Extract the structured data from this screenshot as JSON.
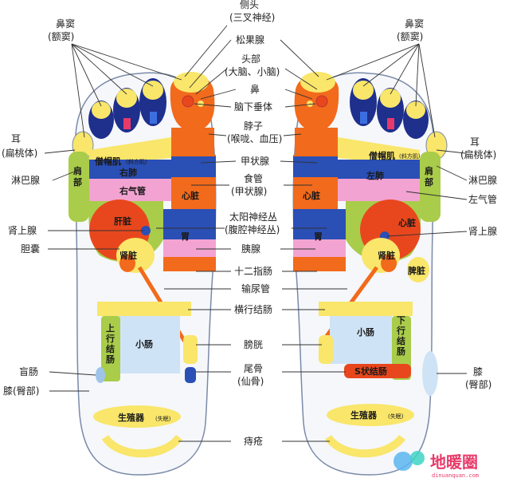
{
  "labels": {
    "top_center_1": "侧头",
    "top_center_2": "(三叉神经)",
    "songguoxian": "松果腺",
    "toubu_1": "头部",
    "toubu_2": "(大脑、小脑)",
    "bi": "鼻",
    "naoxiachuiti": "脑下垂体",
    "bozi_1": "脖子",
    "bozi_2": "(喉咙、血压)",
    "jiazhuangxian": "甲状腺",
    "shiguan_1": "食管",
    "shiguan_2": "(甲状腺)",
    "taiyang_1": "太阳神经丛",
    "taiyang_2": "(腹腔神经丛)",
    "yixian": "胰腺",
    "shierzhichang": "十二指肠",
    "shuniaoguan": "输尿管",
    "hengxingjiechang": "横行结肠",
    "pangguang": "膀胱",
    "weigu_1": "尾骨",
    "weigu_2": "(仙骨)",
    "zhichuang": "痔疮",
    "bidou_1": "鼻窦",
    "bidou_2": "(额窦)",
    "er_1": "耳",
    "er_2": "(扁桃体)",
    "linbaxian": "淋巴腺",
    "shenshangxian": "肾上腺",
    "dannang": "胆囊",
    "mangchang": "盲肠",
    "xi_1": "膝",
    "xi_2": "(臀部)",
    "zuoqiguan": "左气管",
    "xi_r": "膝(臀部)"
  },
  "zones": {
    "sengmaoji": "僧帽肌",
    "sengmaoji_sub": "(斜方肌)",
    "youfei": "右肺",
    "zuofei": "左肺",
    "youqiguan": "右气管",
    "xinzang": "心脏",
    "ganzang": "肝脏",
    "shenzang": "肾脏",
    "wei": "胃",
    "pizang": "脾脏",
    "jianbu": "肩部",
    "xiaochang": "小肠",
    "shangxingjiechang": "上行结肠",
    "xiaxingjiechang": "下行结肠",
    "szhuangjiechang": "S状结肠",
    "shengzhiqi": "生殖器",
    "shengzhiqi_sub": "(失眠)"
  },
  "watermark": {
    "brand": "地暖圈",
    "site": "dinuanquan.com"
  },
  "colors": {
    "orange": "#f26a1b",
    "yellow": "#f9e66a",
    "blue": "#2a4fb5",
    "navy": "#1e2f8c",
    "green": "#a9cc4a",
    "pink": "#f3a3d2",
    "lightblue": "#9fc4ea",
    "red": "#e8471d"
  }
}
